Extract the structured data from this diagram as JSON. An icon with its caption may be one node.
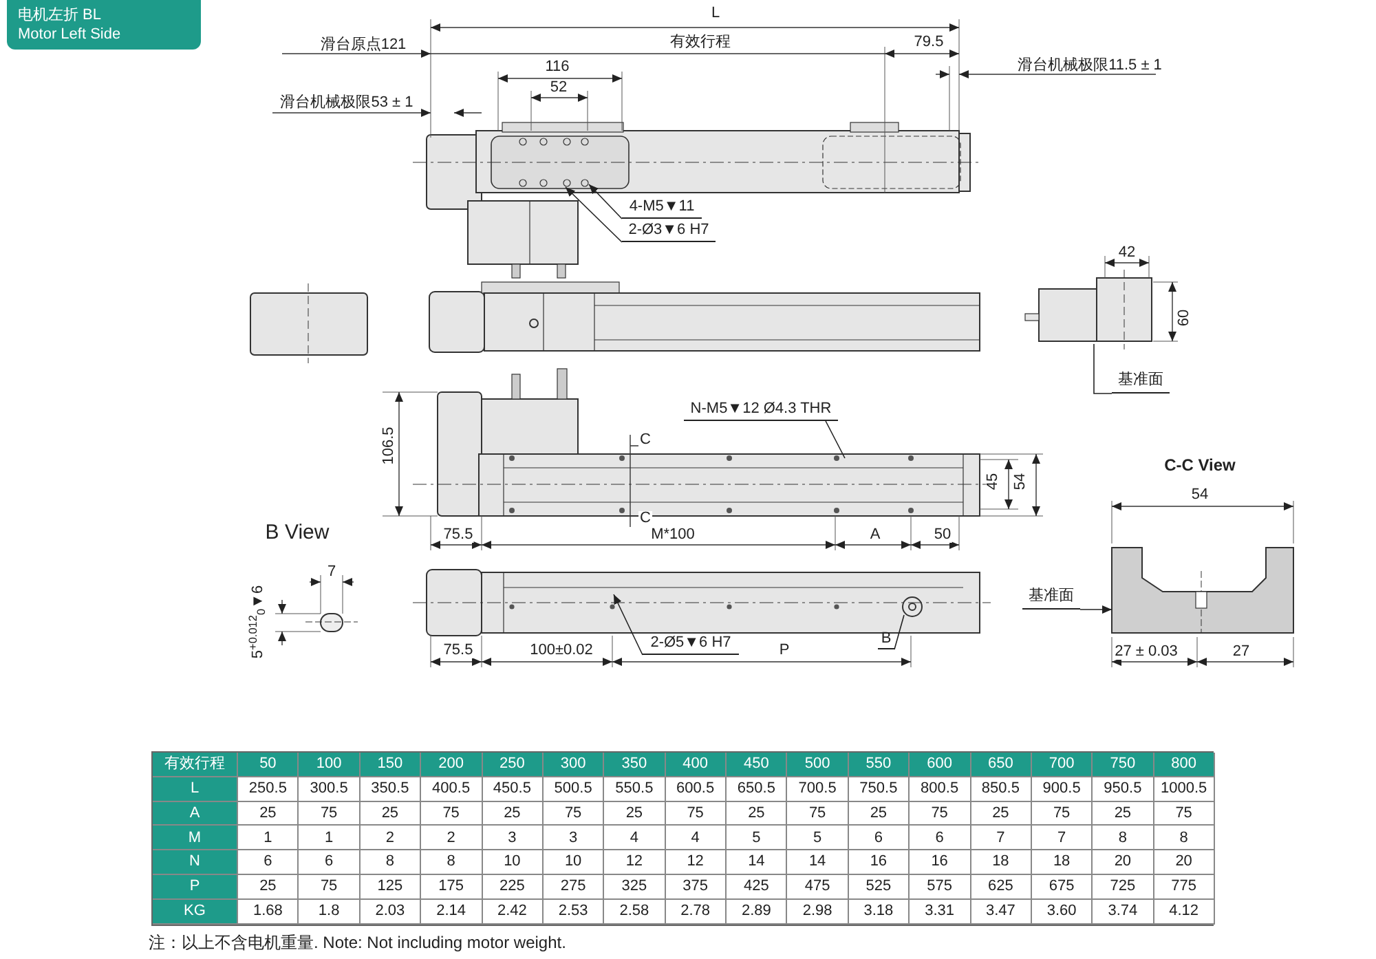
{
  "diagram": {
    "nodes": [
      {
        "text": [
          "电机左折 BL",
          "Motor Left Side"
        ]
      },
      {
        "text": [
          "4-M5▼11"
        ]
      },
      {
        "text": [
          "2-Ø3▼6 H7"
        ]
      },
      {
        "text": [
          "N-M5▼12 Ø4.3 THR"
        ]
      },
      {
        "text": [
          "基准面"
        ]
      },
      {
        "text": [
          "2-Ø5▼6 H7"
        ]
      },
      {
        "text": [
          "B"
        ]
      },
      {
        "text": [
          "基准面"
        ]
      },
      {
        "text": [],
        "shape": "picture"
      }
    ],
    "edges": [
      {
        "from": 1,
        "to": null,
        "arrow": "to"
      },
      {
        "from": 2,
        "to": null,
        "arrow": "to"
      },
      {
        "from": 3,
        "to": null,
        "arrow": "none"
      },
      {
        "from": 4,
        "to": null,
        "arrow": "none"
      },
      {
        "from": 5,
        "to": null,
        "arrow": "to"
      },
      {
        "from": 6,
        "to": null,
        "arrow": "none"
      },
      {
        "from": 7,
        "to": 8,
        "arrow": "to"
      }
    ],
    "labels": [
      "L",
      "滑台原点121",
      "有效行程",
      "79.5",
      "116",
      "滑台机械极限11.5 ± 1",
      "52",
      "滑台机械极限53 ± 1",
      "42",
      "60",
      "106.5",
      "C",
      "45",
      "54",
      "C-C View",
      "54",
      "B View",
      "C",
      "75.5",
      "M*100",
      "A",
      "50",
      "7",
      "5$^{+0.012}$$_{0}$▼6",
      "75.5",
      "100±0.02",
      "P",
      "27 ± 0.03",
      "27",
      "有效行程",
      "50",
      "100",
      "150",
      "200",
      "250",
      "300",
      "350",
      "400",
      "450",
      "500",
      "550",
      "600",
      "650",
      "700",
      "750",
      "800",
      "L",
      "250.5",
      "300.5",
      "350.5",
      "400.5",
      "450.5",
      "500.5",
      "550.5",
      "600.5",
      "650.5",
      "700.5",
      "750.5",
      "800.5",
      "850.5",
      "900.5",
      "950.5",
      "1000.5",
      "A",
      "25",
      "75",
      "25",
      "75",
      "25",
      "75",
      "25",
      "75",
      "25",
      "75",
      "25",
      "75",
      "25",
      "75",
      "25",
      "75",
      "M",
      "1",
      "1",
      "2",
      "2",
      "3",
      "3",
      "4",
      "4",
      "5",
      "5",
      "6",
      "6",
      "7",
      "7",
      "8",
      "8",
      "N",
      "6",
      "6",
      "8",
      "8",
      "10",
      "10",
      "12",
      "12",
      "14",
      "14",
      "16",
      "16",
      "18",
      "18",
      "20",
      "20",
      "P",
      "25",
      "75",
      "125",
      "175",
      "225",
      "275",
      "325",
      "375",
      "425",
      "475",
      "525",
      "575",
      "625",
      "675",
      "725",
      "775",
      "KG",
      "1.68",
      "1.8",
      "2.03",
      "2.14",
      "2.42",
      "2.53",
      "2.58",
      "2.78",
      "2.89",
      "2.98",
      "3.18",
      "3.31",
      "3.47",
      "3.60",
      "3.74",
      "4.12",
      "注：以上不含电机重量. Note: Not including motor weight."
    ]
  }
}
